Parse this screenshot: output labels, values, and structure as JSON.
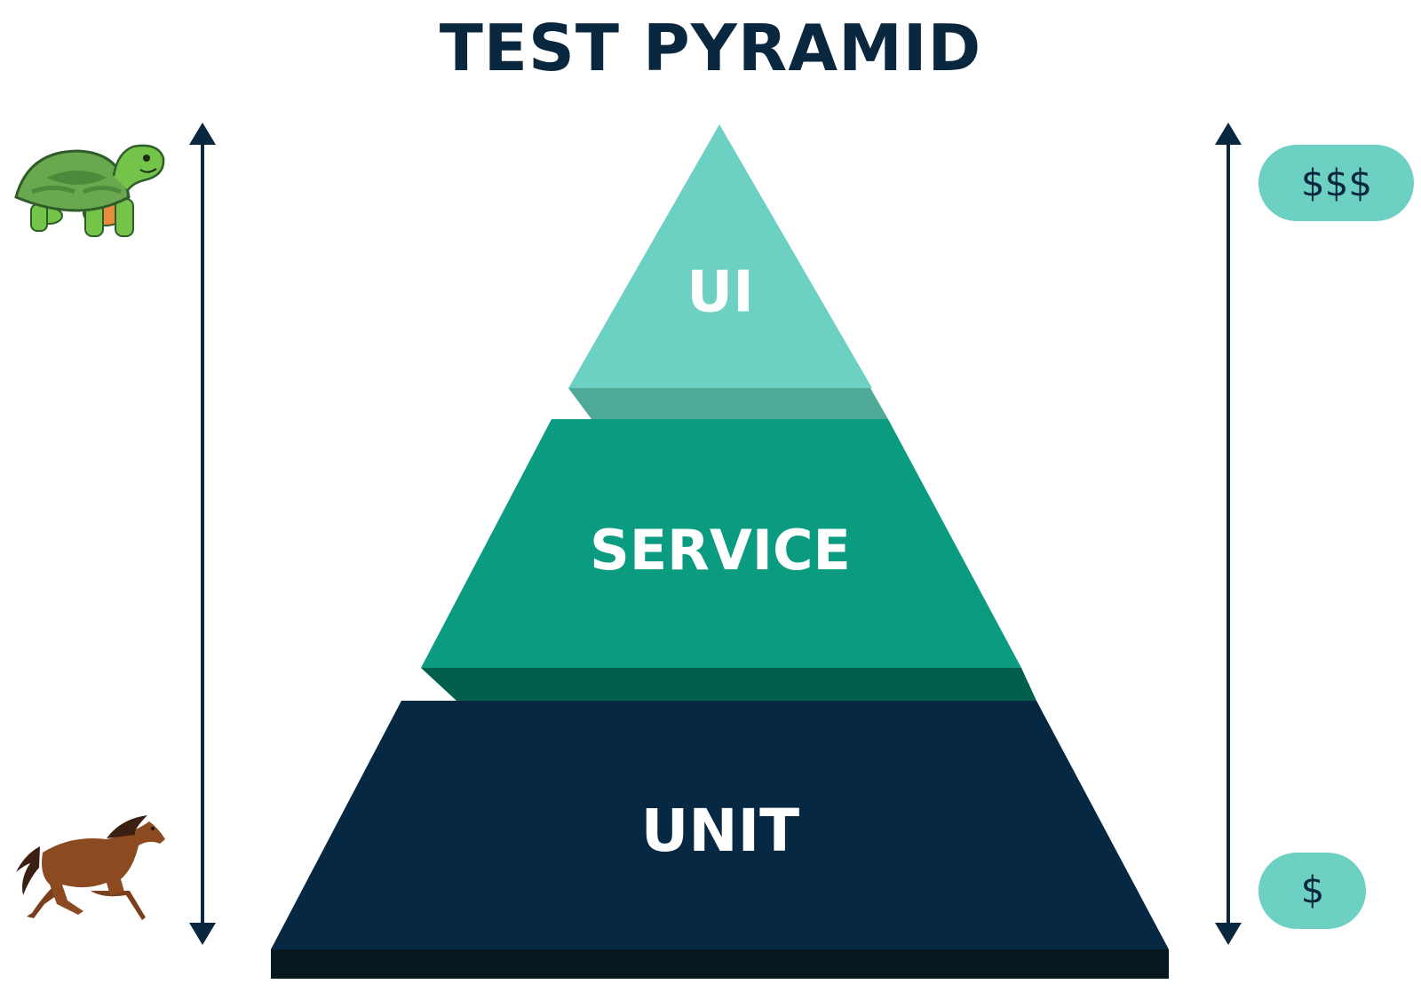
{
  "title": "TEST PYRAMID",
  "layers": {
    "ui": {
      "label": "UI"
    },
    "service": {
      "label": "SERVICE"
    },
    "unit": {
      "label": "UNIT"
    }
  },
  "cost": {
    "high": "$$$",
    "low": "$"
  },
  "icons": {
    "slow": "turtle-icon",
    "fast": "horse-icon"
  },
  "colors": {
    "title": "#0a2740",
    "ui": "#6cd1c3",
    "ui_ledge": "#4ea998",
    "service": "#0b9b81",
    "service_ledge": "#015f4c",
    "unit": "#062843",
    "unit_base": "#07171f",
    "arrow": "#0a2740",
    "badge": "#6cd1c3"
  }
}
